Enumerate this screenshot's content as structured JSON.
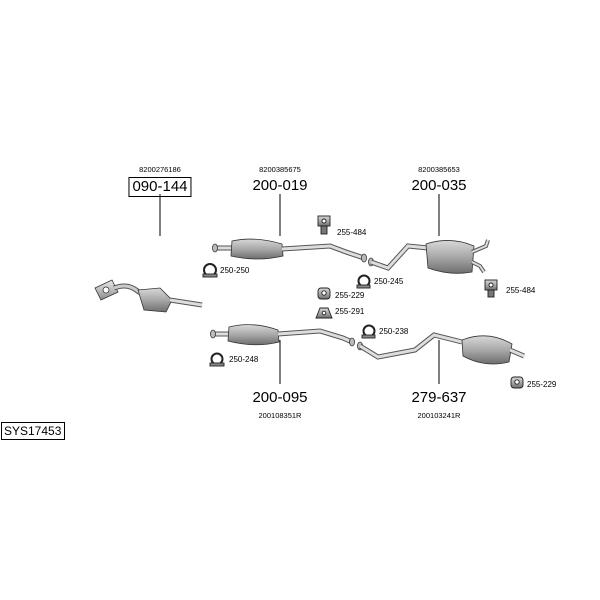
{
  "system_code": "SYS17453",
  "parts": [
    {
      "key": "cat",
      "oem": "8200276186",
      "number": "090-144"
    },
    {
      "key": "front",
      "oem": "8200385675",
      "number": "200-019"
    },
    {
      "key": "rear",
      "oem": "8200385653",
      "number": "200-035"
    },
    {
      "key": "front2",
      "oem": "200108351R",
      "number": "200-095"
    },
    {
      "key": "rear2",
      "oem": "200103241R",
      "number": "279-637"
    }
  ],
  "accessories": {
    "a1": "255-484",
    "a2": "250-250",
    "a3": "250-245",
    "a4": "255-484",
    "a5": "255-229",
    "a6": "255-291",
    "a7": "250-238",
    "a8": "250-248",
    "a9": "255-229"
  }
}
